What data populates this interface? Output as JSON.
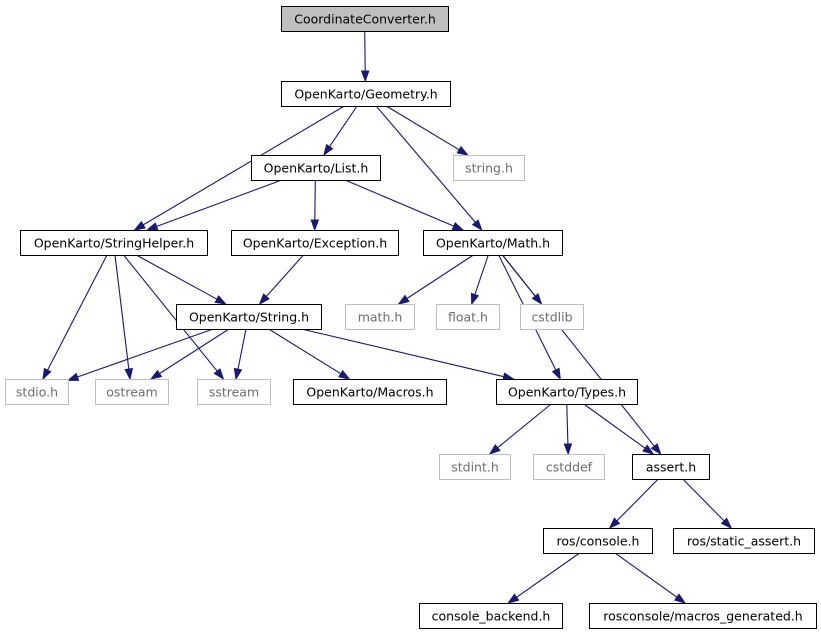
{
  "nodes": [
    {
      "id": "coordinate-converter",
      "label": "CoordinateConverter.h",
      "style": "root"
    },
    {
      "id": "geometry",
      "label": "OpenKarto/Geometry.h",
      "style": "dark"
    },
    {
      "id": "list",
      "label": "OpenKarto/List.h",
      "style": "dark"
    },
    {
      "id": "string-system",
      "label": "string.h",
      "style": "light"
    },
    {
      "id": "string-helper",
      "label": "OpenKarto/StringHelper.h",
      "style": "dark"
    },
    {
      "id": "exception",
      "label": "OpenKarto/Exception.h",
      "style": "dark"
    },
    {
      "id": "math",
      "label": "OpenKarto/Math.h",
      "style": "dark"
    },
    {
      "id": "string",
      "label": "OpenKarto/String.h",
      "style": "dark"
    },
    {
      "id": "math-system",
      "label": "math.h",
      "style": "light"
    },
    {
      "id": "float-system",
      "label": "float.h",
      "style": "light"
    },
    {
      "id": "cstdlib",
      "label": "cstdlib",
      "style": "light"
    },
    {
      "id": "stdio",
      "label": "stdio.h",
      "style": "light"
    },
    {
      "id": "ostream",
      "label": "ostream",
      "style": "light"
    },
    {
      "id": "sstream",
      "label": "sstream",
      "style": "light"
    },
    {
      "id": "macros",
      "label": "OpenKarto/Macros.h",
      "style": "dark"
    },
    {
      "id": "types",
      "label": "OpenKarto/Types.h",
      "style": "dark"
    },
    {
      "id": "stdint",
      "label": "stdint.h",
      "style": "light"
    },
    {
      "id": "cstddef",
      "label": "cstddef",
      "style": "light"
    },
    {
      "id": "assert",
      "label": "assert.h",
      "style": "dark"
    },
    {
      "id": "ros-console",
      "label": "ros/console.h",
      "style": "dark"
    },
    {
      "id": "ros-static-assert",
      "label": "ros/static_assert.h",
      "style": "dark"
    },
    {
      "id": "console-backend",
      "label": "console_backend.h",
      "style": "dark"
    },
    {
      "id": "rosconsole-macros",
      "label": "rosconsole/macros_generated.h",
      "style": "dark"
    }
  ],
  "edges": [
    {
      "from": "coordinate-converter",
      "to": "geometry"
    },
    {
      "from": "geometry",
      "to": "list"
    },
    {
      "from": "geometry",
      "to": "string-system"
    },
    {
      "from": "geometry",
      "to": "string-helper"
    },
    {
      "from": "geometry",
      "to": "math"
    },
    {
      "from": "list",
      "to": "string-helper"
    },
    {
      "from": "list",
      "to": "exception"
    },
    {
      "from": "list",
      "to": "math"
    },
    {
      "from": "string-helper",
      "to": "string"
    },
    {
      "from": "string-helper",
      "to": "stdio"
    },
    {
      "from": "string-helper",
      "to": "ostream"
    },
    {
      "from": "string-helper",
      "to": "sstream"
    },
    {
      "from": "exception",
      "to": "string"
    },
    {
      "from": "math",
      "to": "math-system"
    },
    {
      "from": "math",
      "to": "float-system"
    },
    {
      "from": "math",
      "to": "cstdlib"
    },
    {
      "from": "math",
      "to": "types"
    },
    {
      "from": "math",
      "to": "assert"
    },
    {
      "from": "string",
      "to": "stdio"
    },
    {
      "from": "string",
      "to": "ostream"
    },
    {
      "from": "string",
      "to": "sstream"
    },
    {
      "from": "string",
      "to": "macros"
    },
    {
      "from": "string",
      "to": "types"
    },
    {
      "from": "types",
      "to": "stdint"
    },
    {
      "from": "types",
      "to": "cstddef"
    },
    {
      "from": "types",
      "to": "assert"
    },
    {
      "from": "assert",
      "to": "ros-console"
    },
    {
      "from": "assert",
      "to": "ros-static-assert"
    },
    {
      "from": "ros-console",
      "to": "console-backend"
    },
    {
      "from": "ros-console",
      "to": "rosconsole-macros"
    }
  ]
}
